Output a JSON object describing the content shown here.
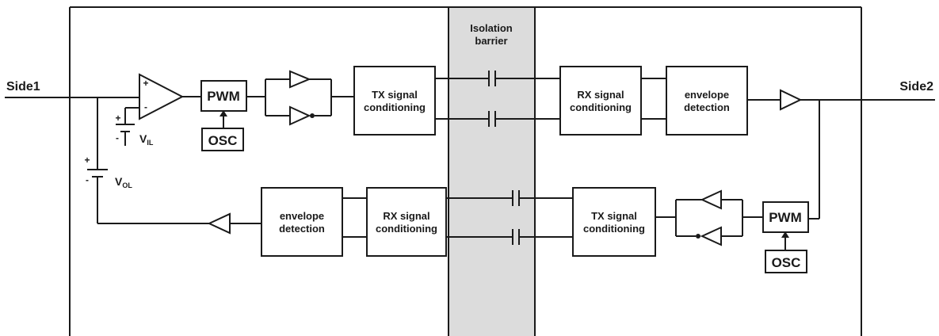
{
  "side_left": "Side1",
  "side_right": "Side2",
  "barrier": {
    "line1": "Isolation",
    "line2": "barrier",
    "color": "#dcdcdc"
  },
  "top_path": {
    "pwm": "PWM",
    "osc": "OSC",
    "tx": {
      "line1": "TX signal",
      "line2": "conditioning"
    },
    "rx": {
      "line1": "RX signal",
      "line2": "conditioning"
    },
    "env": {
      "line1": "envelope",
      "line2": "detection"
    }
  },
  "bottom_path": {
    "pwm": "PWM",
    "osc": "OSC",
    "tx": {
      "line1": "TX signal",
      "line2": "conditioning"
    },
    "rx": {
      "line1": "RX signal",
      "line2": "conditioning"
    },
    "env": {
      "line1": "envelope",
      "line2": "detection"
    }
  },
  "comparator": {
    "plus": "+",
    "minus": "-"
  },
  "vil": {
    "main": "V",
    "sub": "IL",
    "plus": "+",
    "minus": "-"
  },
  "vol": {
    "main": "V",
    "sub": "OL",
    "plus": "+",
    "minus": "-"
  },
  "colors": {
    "line": "#1a1a1a",
    "background": "#ffffff"
  }
}
